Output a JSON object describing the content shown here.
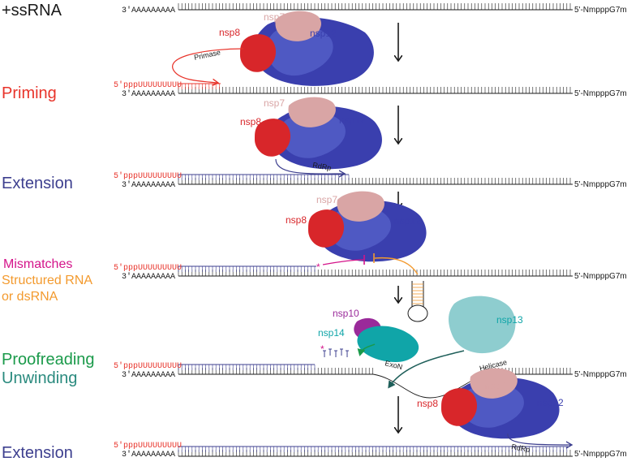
{
  "colors": {
    "black": "#1a1a1a",
    "priming": "#e8332a",
    "extension": "#3d3f8f",
    "mismatch": "#d4148a",
    "structured": "#f39a2e",
    "proofreading": "#1a9a4a",
    "unwinding": "#2a8a7e",
    "nsp7": "#d9a5a5",
    "nsp8": "#d8262a",
    "nsp12": "#3a3fae",
    "nsp10": "#9a2a9a",
    "nsp14": "#10a5a8",
    "nsp13": "#8ecdcf"
  },
  "labels": {
    "ssrna": "+ssRNA",
    "priming": "Priming",
    "extension1": "Extension",
    "mismatches": "Mismatches",
    "structured": "Structured RNA",
    "ordsrna": "or dsRNA",
    "proofreading": "Proofreading",
    "unwinding": "Unwinding",
    "extension2": "Extension"
  },
  "template": {
    "three_prime": "3'AAAAAAAAA",
    "five_prime_end": "5'-NmpppG7m"
  },
  "primer": {
    "prefix": "5'ppp",
    "bases": "UUUUUUUUU"
  },
  "proteins": {
    "nsp7": "nsp7",
    "nsp8": "nsp8",
    "nsp12": "nsp12",
    "nsp10": "nsp10",
    "nsp13": "nsp13",
    "nsp14": "nsp14"
  },
  "annotations": {
    "primase": "Primase",
    "rdrp": "RdRp",
    "exon": "ExoN",
    "helicase": "Helicase",
    "star": "*"
  }
}
